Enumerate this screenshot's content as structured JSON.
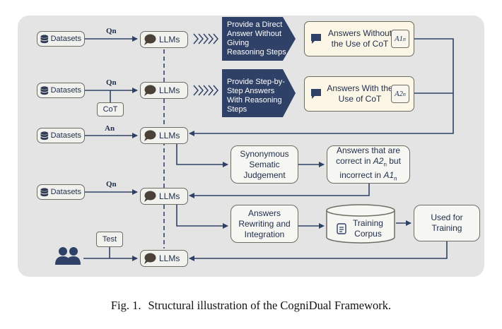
{
  "nodes": {
    "datasets_label": "Datasets",
    "llm_label": "LLMs",
    "cot_label": "CoT",
    "test_label": "Test"
  },
  "edges": {
    "qn_1": "Qn",
    "qn_2": "Qn",
    "an": "An",
    "qn_4": "Qn"
  },
  "prompts": {
    "direct": "Provide a Direct Answer Without Giving Reasoning Steps",
    "stepwise": "Provide Step-by-Step Answers With Reasoning Steps"
  },
  "answers": {
    "without_cot": "Answers Without the Use of CoT",
    "without_cot_tag": "A1",
    "with_cot": "Answers With the Use of CoT",
    "with_cot_tag": "A2",
    "tag_sub": "n"
  },
  "process": {
    "judgement": "Synonymous Sematic Judgement",
    "correct_line1": "Answers that are",
    "correct_line2a": "correct in ",
    "correct_tag_a": "A2",
    "correct_line2b": " but",
    "correct_line3a": "incorrect in ",
    "correct_tag_b": "A1",
    "tag_sub": "n",
    "rewriting": "Answers Rewriting and Integration",
    "corpus": "Training Corpus",
    "used_for": "Used for Training"
  },
  "caption": {
    "label": "Fig. 1.",
    "text": "Structural illustration of the CogniDual Framework."
  },
  "colors": {
    "navy": "#2f4166",
    "answer_fill": "#fbf6e6",
    "panel": "#e4e4e4"
  }
}
